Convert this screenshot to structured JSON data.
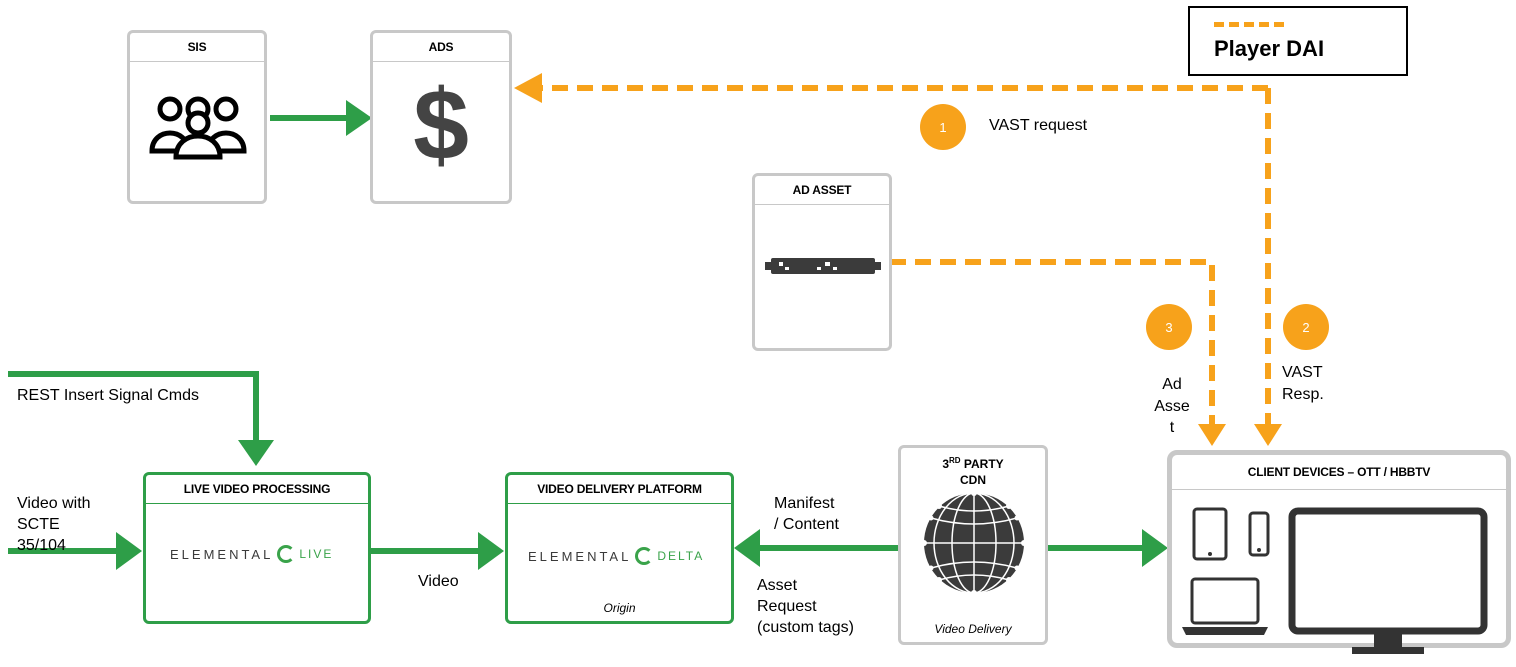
{
  "legend": {
    "label": "Player DAI",
    "dash_color": "#f7a21b"
  },
  "boxes": {
    "sis": {
      "title": "SIS",
      "icon": "users-icon"
    },
    "ads": {
      "title": "ADS",
      "icon": "dollar-icon",
      "icon_text": "$"
    },
    "ad_asset": {
      "title": "AD ASSET",
      "icon": "server-rack-icon"
    },
    "live": {
      "title": "LIVE VIDEO PROCESSING",
      "logo_brand": "ELEMENTAL",
      "logo_product": "LIVE"
    },
    "vdp": {
      "title": "VIDEO DELIVERY PLATFORM",
      "logo_brand": "ELEMENTAL",
      "logo_product": "DELTA",
      "caption": "Origin"
    },
    "cdn": {
      "title_main": "3",
      "title_sup": "RD",
      "title_rest": " PARTY",
      "title_line2": "CDN",
      "icon": "globe-network-icon",
      "caption": "Video Delivery"
    },
    "clients": {
      "title": "CLIENT DEVICES – OTT / HBBTV",
      "icons": [
        "tablet-icon",
        "phone-icon",
        "laptop-icon",
        "tv-monitor-icon"
      ]
    }
  },
  "labels": {
    "vast_request": "VAST request",
    "ad_asset": [
      "Ad",
      "Asse",
      "t"
    ],
    "vast_resp": [
      "VAST",
      "Resp."
    ],
    "rest_cmds": "REST Insert Signal Cmds",
    "video_with": [
      "Video with",
      "SCTE",
      "35/104"
    ],
    "video": "Video",
    "manifest": [
      "Manifest",
      "/ Content"
    ],
    "asset_request": [
      "Asset",
      "Request",
      "(custom tags)"
    ]
  },
  "badges": [
    "1",
    "2",
    "3"
  ],
  "colors": {
    "green": "#2e9e48",
    "orange": "#f7a21b",
    "gray": "#c8c8c8"
  }
}
